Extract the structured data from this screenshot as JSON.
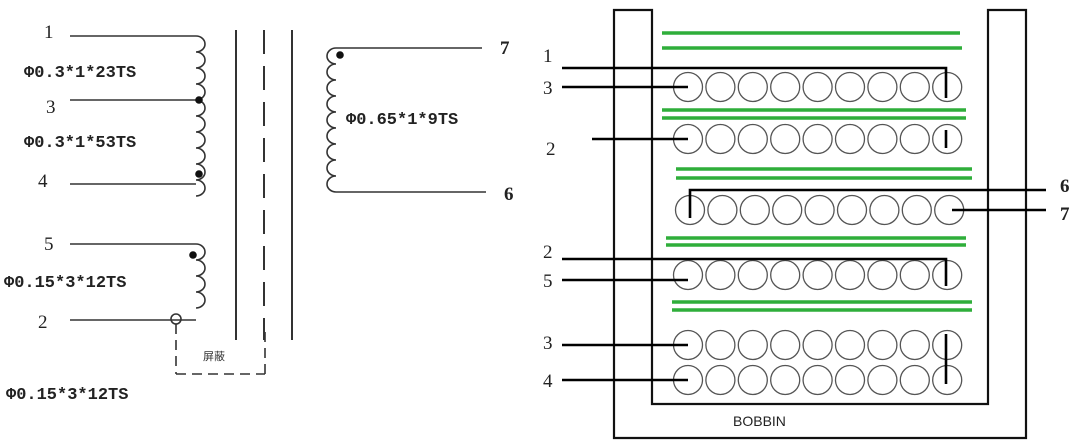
{
  "schematic": {
    "primary_pins": [
      "1",
      "3",
      "4"
    ],
    "primary_specs": [
      "Φ0.3*1*23TS",
      "Φ0.3*1*53TS"
    ],
    "aux_pins": [
      "5",
      "2"
    ],
    "aux_spec": "Φ0.15*3*12TS",
    "shield_label": "屏蔽",
    "shield_spec": "Φ0.15*3*12TS",
    "secondary_pins": [
      "7",
      "6"
    ],
    "secondary_spec": "Φ0.65*1*9TS"
  },
  "winding_structure": {
    "bobbin_label": "BOBBIN",
    "layers": [
      {
        "pins": [
          "1",
          "3"
        ]
      },
      {
        "pins": [
          "2"
        ]
      },
      {
        "pins": [
          "6",
          "7"
        ]
      },
      {
        "pins": [
          "2",
          "5"
        ]
      },
      {
        "pins": [
          "3",
          "4"
        ]
      }
    ],
    "colors": {
      "insulation": "#2fae3a",
      "wire": "#000000"
    }
  }
}
